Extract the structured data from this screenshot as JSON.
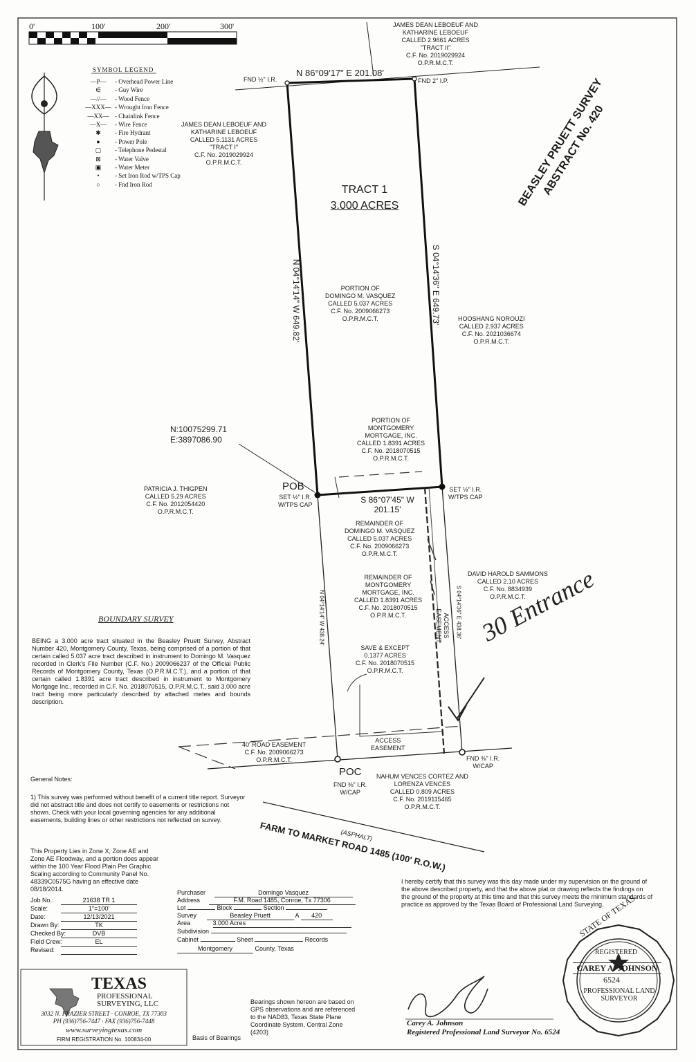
{
  "scale_bar": {
    "labels": [
      "0'",
      "100'",
      "200'",
      "300'"
    ]
  },
  "legend": {
    "title": "SYMBOL LEGEND",
    "items": [
      {
        "sym": "—P—",
        "label": "- Overhead Power Line"
      },
      {
        "sym": "∈",
        "label": "- Guy Wire"
      },
      {
        "sym": "—//—",
        "label": "- Wood Fence"
      },
      {
        "sym": "—XXX—",
        "label": "- Wrought Iron Fence"
      },
      {
        "sym": "—XX—",
        "label": "- Chainlink Fence"
      },
      {
        "sym": "—X—",
        "label": "- Wire Fence"
      },
      {
        "sym": "✱",
        "label": "- Fire Hydrant"
      },
      {
        "sym": "●",
        "label": "- Power Pole"
      },
      {
        "sym": "▢",
        "label": "- Telephone Pedestal"
      },
      {
        "sym": "⊠",
        "label": "- Water Valve"
      },
      {
        "sym": "▣",
        "label": "- Water Meter"
      },
      {
        "sym": "•",
        "label": "- Set Iron Rod w/TPS Cap"
      },
      {
        "sym": "○",
        "label": "- Fnd Iron Rod"
      }
    ]
  },
  "survey_title": [
    "BEASLEY PRUETT SURVEY",
    "ABSTRACT No. 420"
  ],
  "tract": {
    "name": "TRACT 1",
    "acres": "3.000 ACRES"
  },
  "bearings": {
    "north": "N 86°09'17\" E  201.08'",
    "west": "N 04°14'14\" W  649.82'",
    "east": "S 04°14'36\" E  649.73'",
    "south_line1": "S 86°07'45\" W",
    "south_line2": "201.15'",
    "west_lower": "N 04°14'14\" W  438.24'",
    "east_lower": "S 04°14'36\" E  438.36'"
  },
  "monuments": {
    "fnd_half": "FND ½\" I.R.",
    "fnd_2": "FND 2\" I.P.",
    "pob": "POB",
    "set_half_w": [
      "SET ½\" I.R.",
      "W/TPS CAP"
    ],
    "set_half_e": [
      "SET ½\" I.R.",
      "W/TPS CAP"
    ],
    "poc": "POC",
    "fnd_3_8_w": [
      "FND ⅜\" I.R.",
      "W/CAP"
    ],
    "fnd_3_8_e": [
      "FND ⅜\" I.R.",
      "W/CAP"
    ]
  },
  "coords": [
    "N:10075299.71",
    "E:3897086.90"
  ],
  "parcels": {
    "leboeuf_ii": [
      "JAMES DEAN LEBOEUF AND",
      "KATHARINE LEBOEUF",
      "CALLED 2.9661 ACRES",
      "\"TRACT II\"",
      "C.F. No. 2019029924",
      "O.P.R.M.C.T."
    ],
    "leboeuf_i": [
      "JAMES DEAN LEBOEUF AND",
      "KATHARINE LEBOEUF",
      "CALLED 5.1131 ACRES",
      "\"TRACT I\"",
      "C.F. No. 2019029924",
      "O.P.R.M.C.T."
    ],
    "vasquez_portion": [
      "PORTION OF",
      "DOMINGO M. VASQUEZ",
      "CALLED 5.037 ACRES",
      "C.F. No. 2009066273",
      "O.P.R.M.C.T."
    ],
    "norouzi": [
      "HOOSHANG NOROUZI",
      "CALLED 2.937 ACRES",
      "C.F. No. 2021036674",
      "O.P.R.M.C.T."
    ],
    "montgomery_portion": [
      "PORTION OF",
      "MONTGOMERY",
      "MORTGAGE, INC.",
      "CALLED 1.8391 ACRES",
      "C.F. No. 2018070515",
      "O.P.R.M.C.T."
    ],
    "thigpen": [
      "PATRICIA J. THIGPEN",
      "CALLED 5.29 ACRES",
      "C.F. No. 2012054420",
      "O.P.R.M.C.T."
    ],
    "vasquez_remainder": [
      "REMAINDER OF",
      "DOMINGO M. VASQUEZ",
      "CALLED 5.037 ACRES",
      "C.F. No. 2009066273",
      "O.P.R.M.C.T."
    ],
    "montgomery_remainder": [
      "REMAINDER OF",
      "MONTGOMERY",
      "MORTGAGE, INC.",
      "CALLED 1.8391 ACRES",
      "C.F. No. 2018070515",
      "O.P.R.M.C.T."
    ],
    "sammons": [
      "DAVID HAROLD SAMMONS",
      "CALLED 2.10 ACRES",
      "C.F. No. 8834939",
      "O.P.R.M.C.T."
    ],
    "save_except": [
      "SAVE & EXCEPT",
      "0.1377 ACRES",
      "C.F. No. 2018070515",
      "O.P.R.M.C.T."
    ],
    "road_easement": [
      "40' ROAD EASEMENT",
      "C.F. No. 2009066273",
      "O.P.R.M.C.T."
    ],
    "vences": [
      "NAHUM VENCES CORTEZ AND",
      "LORENZA VENCES",
      "CALLED 0.809 ACRES",
      "C.F. No. 2019115465",
      "O.P.R.M.C.T."
    ]
  },
  "easement_labels": {
    "access_vertical": [
      "ACCESS",
      "EASEMENT"
    ],
    "access_horizontal": [
      "ACCESS",
      "EASEMENT"
    ]
  },
  "road": {
    "name": "FARM TO MARKET ROAD 1485 (100' R.O.W.)",
    "surface": "(ASPHALT)"
  },
  "handwritten": "30 Entrance",
  "boundary_survey": {
    "heading": "BOUNDARY SURVEY",
    "text": "BEING a 3.000 acre tract situated in the Beasley Pruett Survey, Abstract Number 420, Montgomery County, Texas, being comprised of a portion of that certain called 5.037 acre tract described in instrument to Domingo M. Vasquez recorded in Clerk's File Number (C.F. No.) 2009066237 of the Official Public Records of Montgomery County, Texas (O.P.R.M.C.T.), and a portion of that certain called 1.8391 acre tract described in instrument to Montgomery Mortgage Inc., recorded in C.F. No. 2018070515, O.P.R.M.C.T., said 3.000 acre tract being more particularly described by attached metes and bounds description."
  },
  "general_notes": {
    "heading": "General Notes:",
    "note1": "1) This survey was performed without benefit of a current title report. Surveyor did not abstract title and does not certify to easements or restrictions not shown. Check with your local governing agencies for any additional easements, building lines or other restrictions not reflected on survey.",
    "flood": "This Property Lies in Zone X, Zone AE and Zone AE Floodway, and a portion does appear within the 100 Year Flood Plain Per Graphic Scaling according to Community Panel No. 48339C0575G having an effective date 08/18/2014."
  },
  "job_info": [
    {
      "label": "Job No.:",
      "value": "21638 TR 1"
    },
    {
      "label": "Scale:",
      "value": "1\"=100'"
    },
    {
      "label": "Date:",
      "value": "12/13/2021"
    },
    {
      "label": "Drawn By:",
      "value": "TK"
    },
    {
      "label": "Checked By:",
      "value": "DVB"
    },
    {
      "label": "Field Crew:",
      "value": "EL"
    },
    {
      "label": "Revised:",
      "value": ""
    }
  ],
  "property_info": {
    "purchaser_label": "Purchaser",
    "purchaser": "Domingo Vasquez",
    "address_label": "Address",
    "address": "F.M. Road 1485, Conroe, Tx 77306",
    "lot_label": "Lot",
    "block_label": "Block",
    "section_label": "Section",
    "survey_label": "Survey",
    "survey": "Beasley Pruett",
    "a_label": "A",
    "a_value": "420",
    "area_label": "Area",
    "area": "3.000 Acres",
    "subdivision_label": "Subdivision",
    "cabinet_label": "Cabinet",
    "sheet_label": "Sheet",
    "records_label": "Records",
    "county": "Montgomery",
    "county_suffix": "County, Texas"
  },
  "certification": "I hereby certify that this survey was this day made under my supervision on the ground of the above described property, and that the above plat or drawing reflects the findings on the ground of the property at this time and that this survey meets the minimum standards of practice as approved by the Texas Board of Professional Land Surveying.",
  "seal": {
    "top": "STATE OF TEXAS",
    "registered": "REGISTERED",
    "name": "CAREY A. JOHNSON",
    "number": "6524",
    "bottom": "PROFESSIONAL LAND SURVEYOR"
  },
  "signature": {
    "name": "Carey A. Johnson",
    "title": "Registered Professional Land Surveyor No. 6524"
  },
  "company": {
    "name1": "TEXAS",
    "name2": "PROFESSIONAL",
    "name3": "SURVEYING, LLC",
    "address": "3032 N. FRAZIER STREET · CONROE, TX 77303",
    "phone": "PH (936)756-7447  ·  FAX (936)756-7448",
    "web": "www.surveyingtexas.com",
    "firm": "FIRM REGISTRATION No. 100834-00"
  },
  "basis": {
    "label": "Basis of Bearings",
    "text": "Bearings shown hereon are based on GPS observations and are referenced to the NAD83, Texas State Plane Coordinate System, Central Zone (4203)"
  }
}
